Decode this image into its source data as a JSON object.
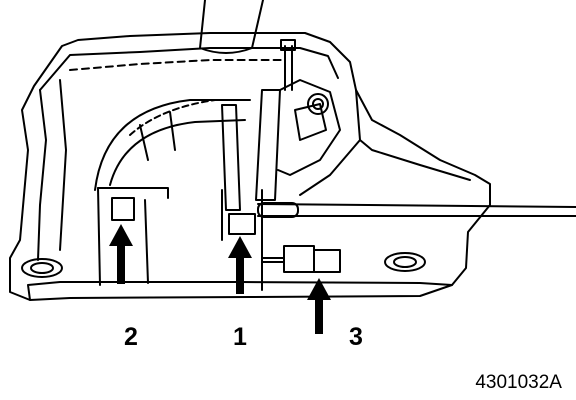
{
  "callouts": [
    {
      "id": "1",
      "label": "1"
    },
    {
      "id": "2",
      "label": "2"
    },
    {
      "id": "3",
      "label": "3"
    }
  ],
  "figure_code": "4301032A",
  "colors": {
    "line": "#000000",
    "background": "#ffffff"
  }
}
